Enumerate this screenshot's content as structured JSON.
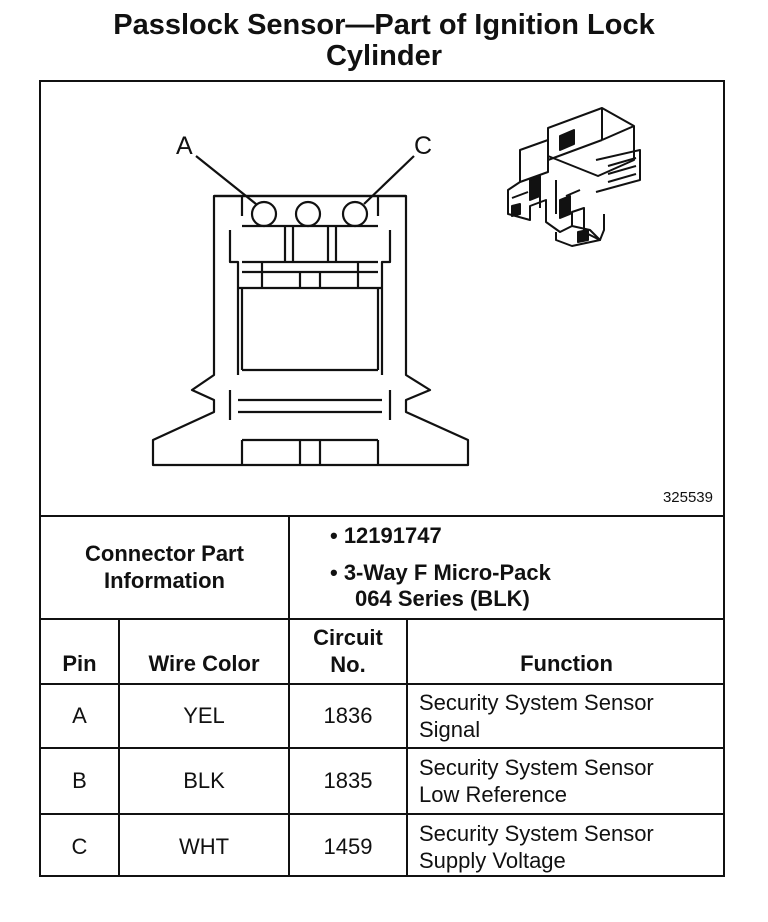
{
  "title_line1": "Passlock Sensor—Part of Ignition Lock",
  "title_line2": "Cylinder",
  "figure": {
    "label_a": "A",
    "label_c": "C",
    "figure_id": "325539"
  },
  "connector_info": {
    "label_line1": "Connector Part",
    "label_line2": "Information",
    "bullet_1": "• 12191747",
    "bullet_2_line1": "• 3-Way F Micro-Pack",
    "bullet_2_line2": "064 Series (BLK)"
  },
  "table": {
    "headers": {
      "pin": "Pin",
      "wire_color": "Wire Color",
      "circuit_line1": "Circuit",
      "circuit_line2": "No.",
      "function": "Function"
    },
    "rows": [
      {
        "pin": "A",
        "wire_color": "YEL",
        "circuit": "1836",
        "function_line1": "Security System Sensor",
        "function_line2": "Signal"
      },
      {
        "pin": "B",
        "wire_color": "BLK",
        "circuit": "1835",
        "function_line1": "Security System Sensor",
        "function_line2": "Low Reference"
      },
      {
        "pin": "C",
        "wire_color": "WHT",
        "circuit": "1459",
        "function_line1": "Security System Sensor",
        "function_line2": "Supply Voltage"
      }
    ]
  }
}
